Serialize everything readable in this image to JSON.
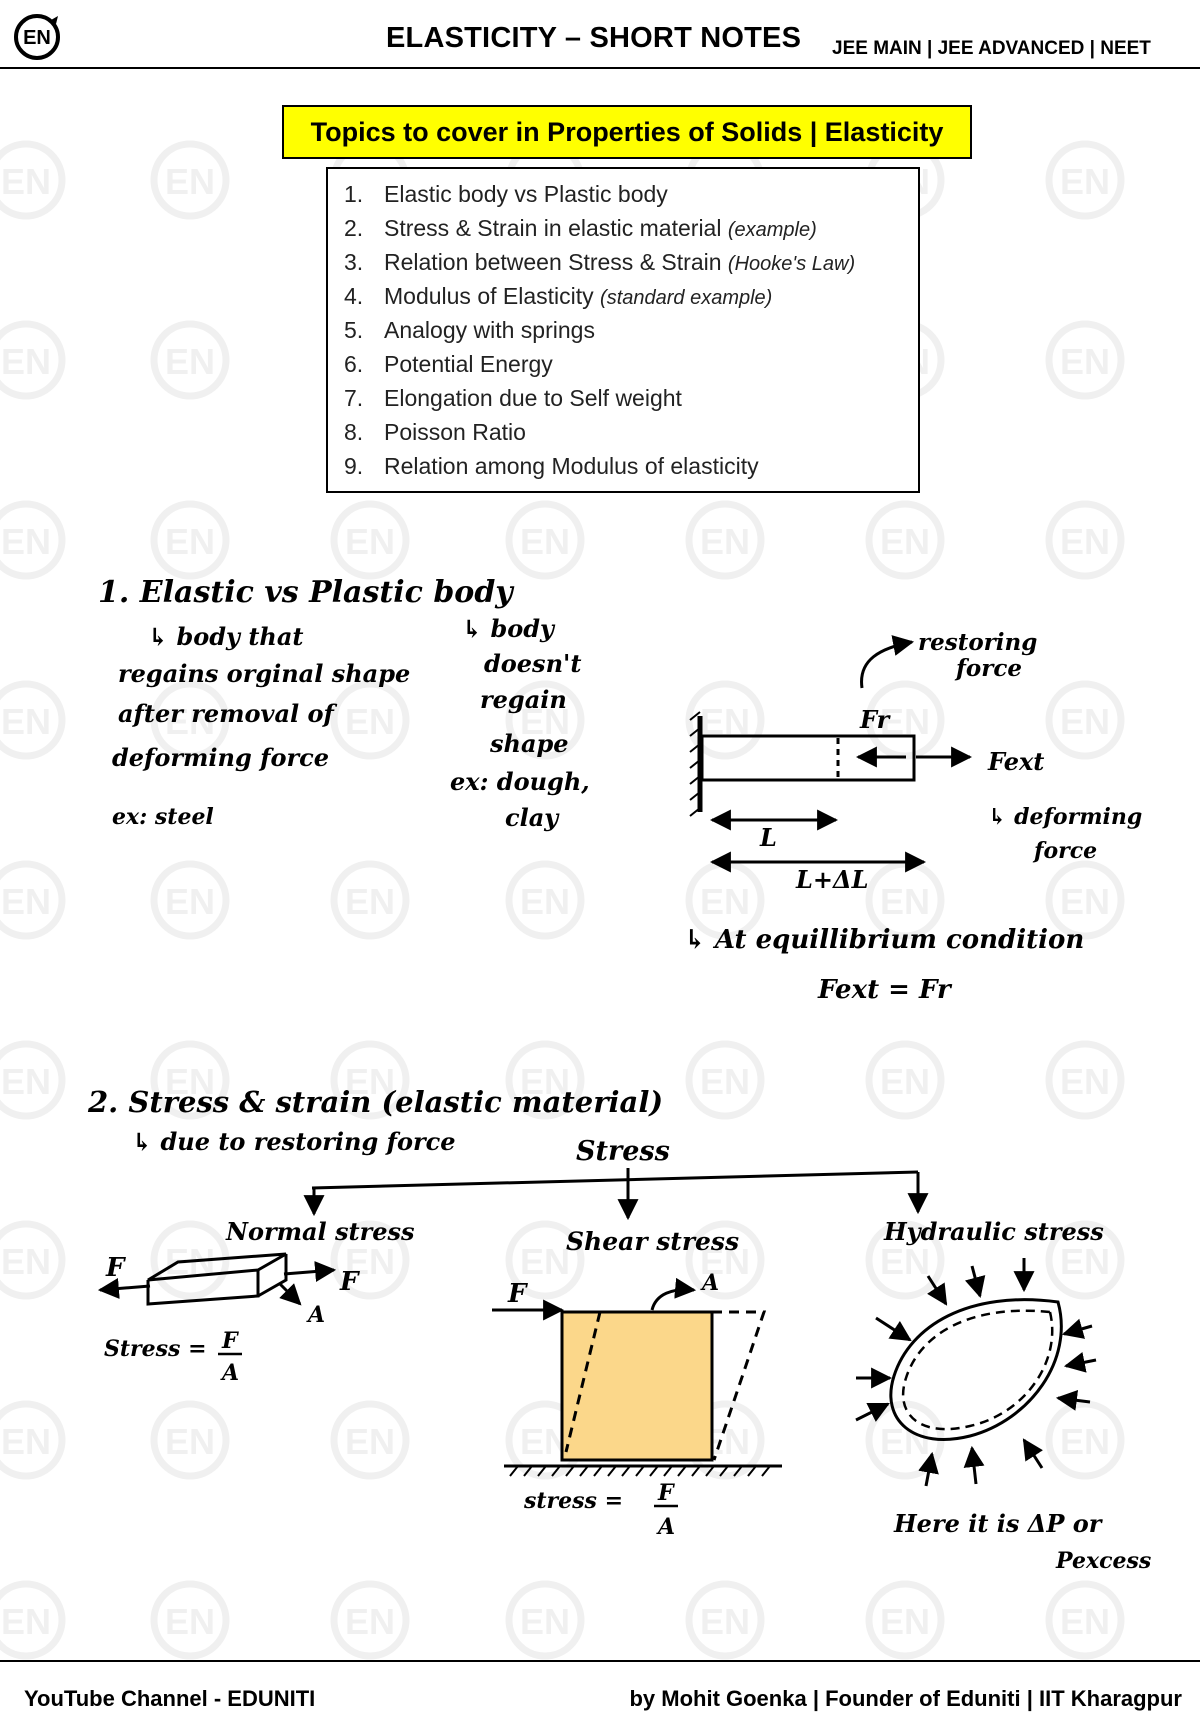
{
  "header": {
    "logo_text": "EN",
    "title": "ELASTICITY – SHORT NOTES",
    "exams": "JEE MAIN | JEE ADVANCED | NEET"
  },
  "watermark": {
    "text": "EN"
  },
  "topics": {
    "title": "Topics to cover in Properties of Solids  |  Elasticity",
    "items": [
      {
        "num": "1.",
        "text": "Elastic body vs Plastic body",
        "note": ""
      },
      {
        "num": "2.",
        "text": "Stress & Strain in elastic material ",
        "note": "(example)"
      },
      {
        "num": "3.",
        "text": "Relation between Stress & Strain ",
        "note": "(Hooke's Law)"
      },
      {
        "num": "4.",
        "text": "Modulus of Elasticity ",
        "note": "(standard example)"
      },
      {
        "num": "5.",
        "text": "Analogy with springs",
        "note": ""
      },
      {
        "num": "6.",
        "text": "Potential Energy",
        "note": ""
      },
      {
        "num": "7.",
        "text": "Elongation due to Self weight",
        "note": ""
      },
      {
        "num": "8.",
        "text": "Poisson Ratio",
        "note": ""
      },
      {
        "num": "9.",
        "text": "Relation among Modulus of elasticity",
        "note": ""
      }
    ]
  },
  "section1": {
    "heading": "1. Elastic vs Plastic body",
    "elastic_lines": [
      "↳ body that",
      "regains orginal shape",
      "after removal of",
      "deforming force",
      "ex: steel"
    ],
    "plastic_lines": [
      "↳ body",
      "doesn't",
      "regain",
      "shape",
      "ex: dough,",
      "clay"
    ],
    "restoring_label": [
      "restoring",
      "force"
    ],
    "fr_label": "Fr",
    "fext_label": "Fext",
    "deforming_label": [
      "↳ deforming",
      "force"
    ],
    "length_label": "L",
    "length_delta_label": "L+ΔL",
    "equilibrium_text": "↳ At equillibrium condition",
    "equation": "Fext = Fr"
  },
  "section2": {
    "heading": "2. Stress & strain (elastic material)",
    "subheading": "↳ due to restoring force",
    "root": "Stress",
    "normal_title": "Normal stress",
    "shear_title": "Shear stress",
    "hydraulic_title": "Hydraulic stress",
    "force_label": "F",
    "area_label": "A",
    "normal_formula_lhs": "Stress =",
    "shear_formula_lhs": "stress =",
    "hydraulic_note": [
      "Here it is ΔP or",
      "Pexcess"
    ],
    "shear_fill": "#fbd78a"
  },
  "footer": {
    "left": "YouTube Channel - EDUNITI",
    "right": "by Mohit Goenka | Founder of Eduniti | IIT Kharagpur"
  }
}
